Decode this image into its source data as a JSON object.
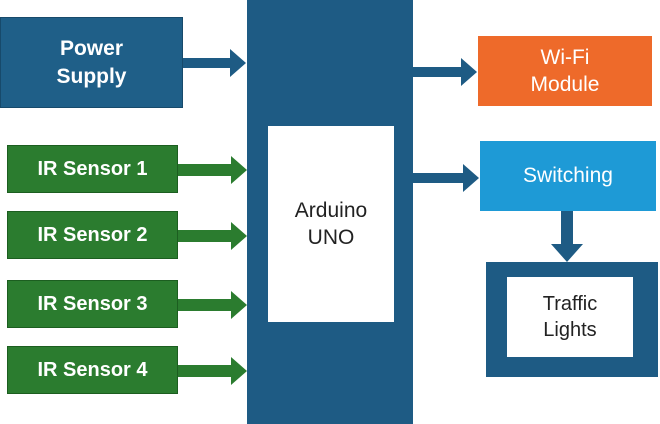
{
  "blocks": {
    "power_supply": "Power\nSupply",
    "ir_sensor_1": "IR Sensor 1",
    "ir_sensor_2": "IR Sensor 2",
    "ir_sensor_3": "IR Sensor 3",
    "ir_sensor_4": "IR Sensor 4",
    "arduino": "Arduino\nUNO",
    "wifi_module": "Wi-Fi\nModule",
    "switching": "Switching",
    "traffic_lights": "Traffic\nLights"
  },
  "colors": {
    "dark_blue": "#1e5b84",
    "green": "#2b7c2f",
    "orange": "#ee6a2a",
    "light_blue": "#1e9ad6",
    "white": "#ffffff"
  }
}
